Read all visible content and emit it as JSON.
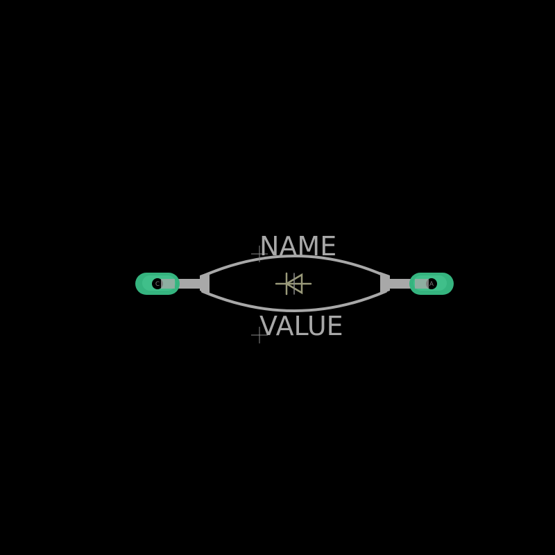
{
  "labels": {
    "name": "NAME",
    "value": "VALUE"
  },
  "pads": [
    {
      "label": "C"
    },
    {
      "label": "A"
    }
  ],
  "colors": {
    "background": "#000000",
    "silkscreen": "#a8a8a8",
    "pad": "#35b47f",
    "pad_highlight": "#49c994",
    "drill": "#000000",
    "diode_symbol": "#9a9a7a",
    "origin_cross": "#8a8a8a"
  }
}
